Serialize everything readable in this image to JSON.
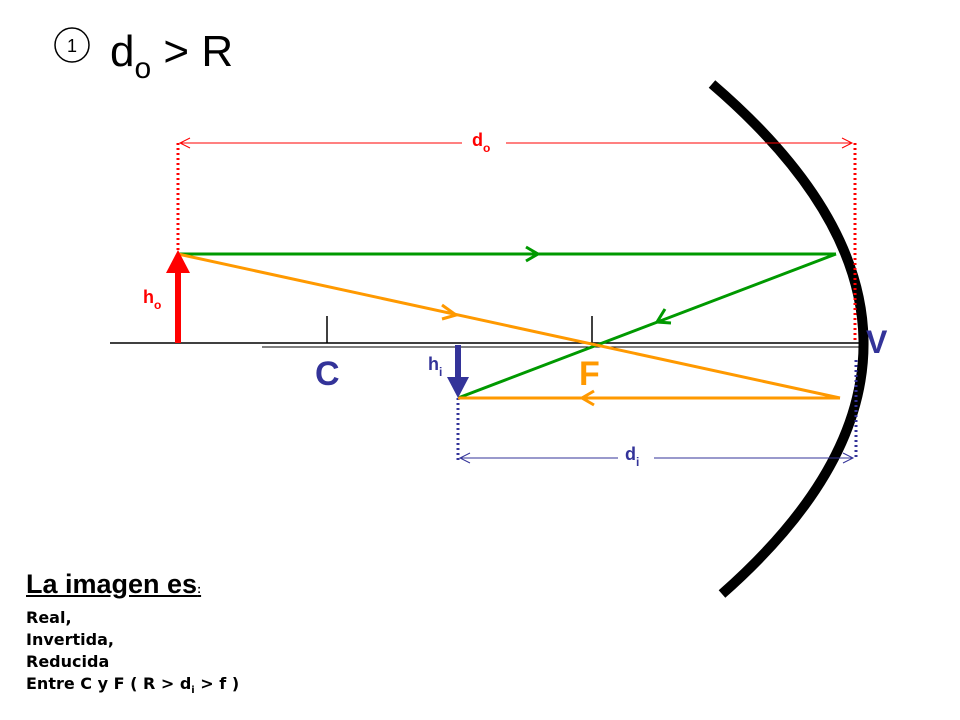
{
  "title": {
    "step_number": "1",
    "main": "d",
    "subscript": "o",
    "relation": " > R"
  },
  "labels": {
    "do_main": "d",
    "do_sub": "o",
    "di_main": "d",
    "di_sub": "i",
    "ho_main": "h",
    "ho_sub": "o",
    "hi_main": "h",
    "hi_sub": "i",
    "center": "C",
    "focus": "F",
    "vertex": "V"
  },
  "summary": {
    "heading": "La imagen es",
    "heading_suffix": ":",
    "items": [
      "Real,",
      "Invertida,",
      "Reducida"
    ],
    "last_prefix": "Entre C y F ( R > d",
    "last_sub": "i",
    "last_suffix": " >  f )"
  },
  "colors": {
    "object_arrow": "#ff0000",
    "image_arrow": "#333399",
    "ray_parallel": "#009900",
    "ray_focal": "#ff9900",
    "dimension_object": "#ff0000",
    "dimension_image": "#333399",
    "vertex_label": "#333399",
    "focus_label": "#ff9900",
    "center_label": "#333399",
    "mirror": "#000000",
    "axis": "#000000"
  }
}
